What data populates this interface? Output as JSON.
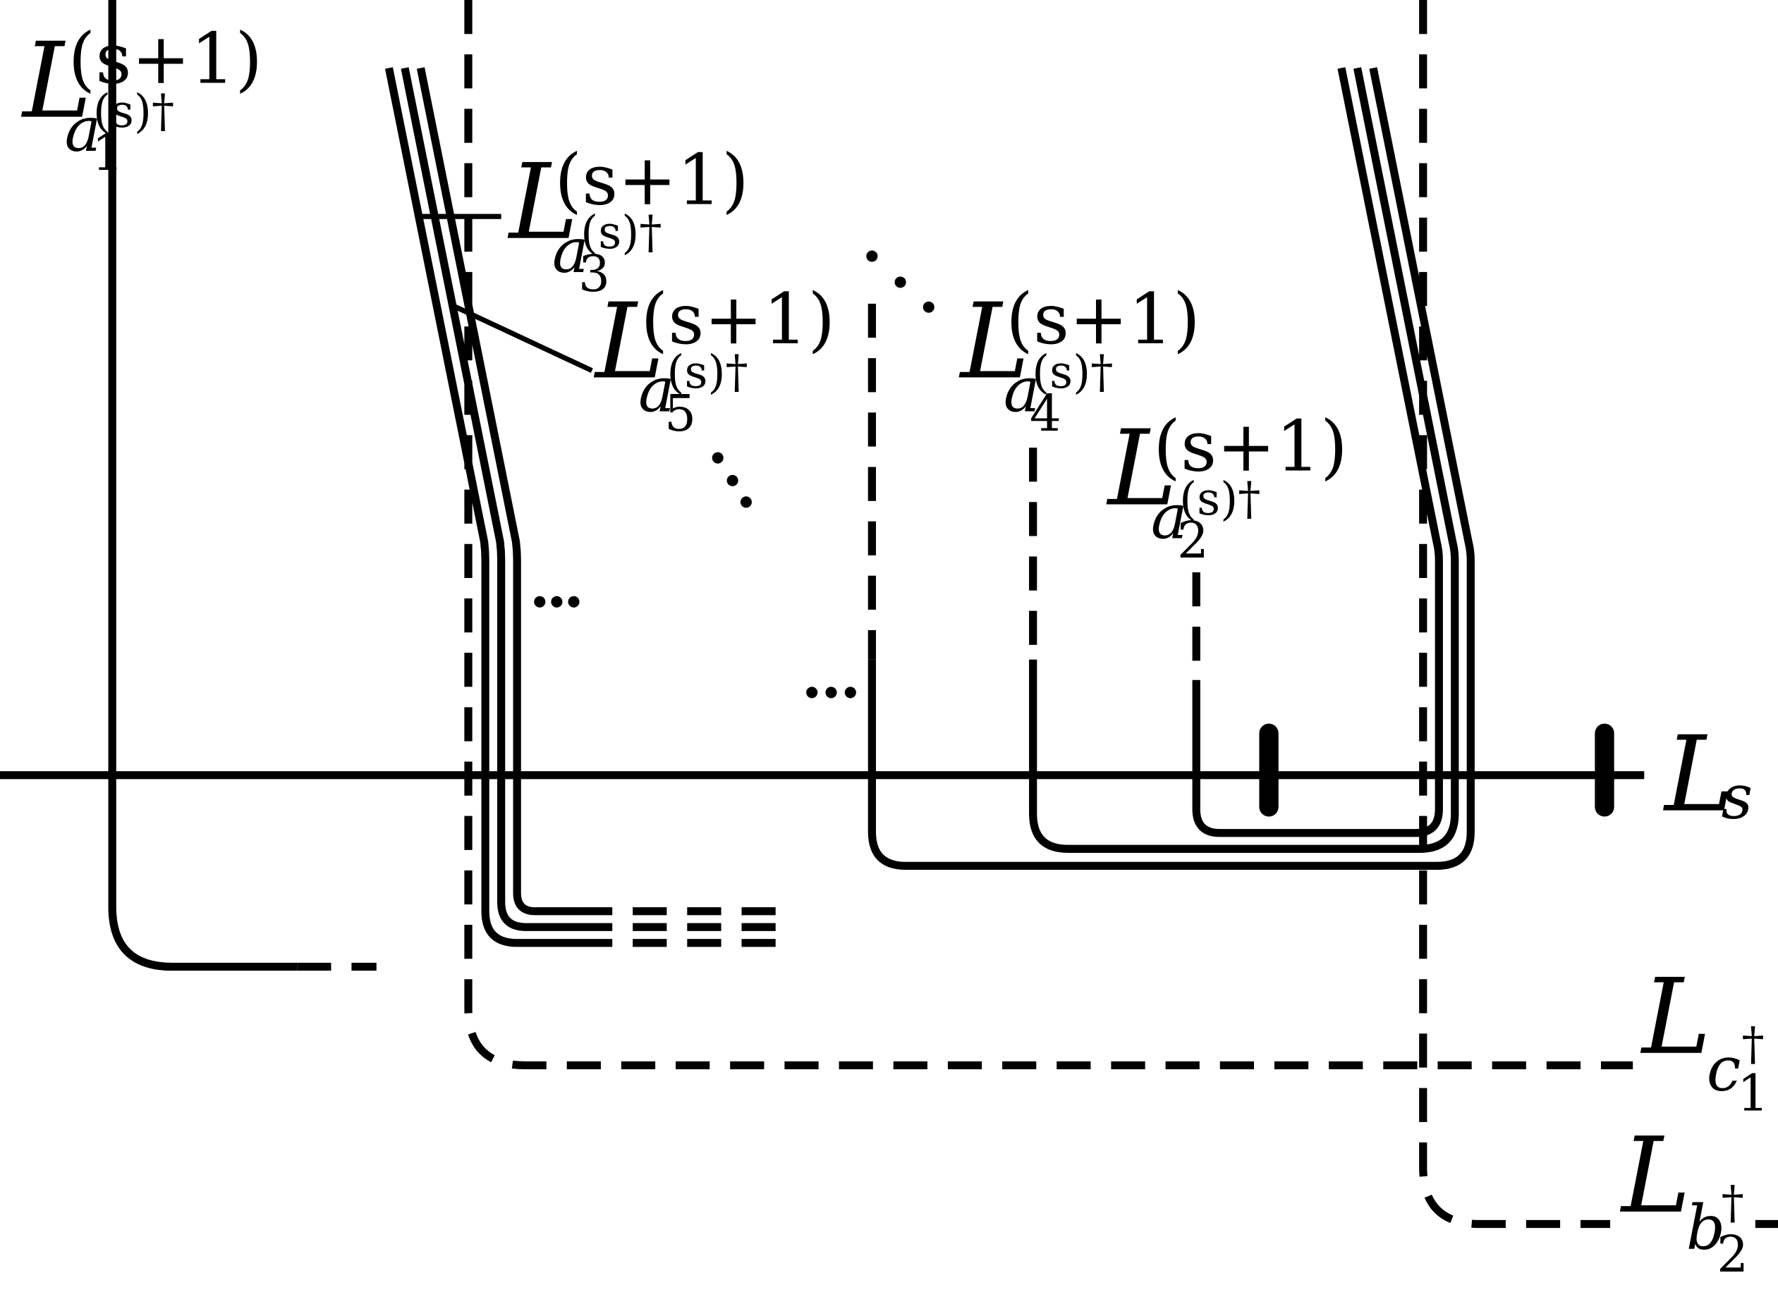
{
  "labels": {
    "a1": {
      "main": "L",
      "sup": "(s+1)",
      "sub": "a",
      "sub_idx": "1",
      "sub_sup": "(s)†"
    },
    "a3": {
      "main": "L",
      "sup": "(s+1)",
      "sub": "a",
      "sub_idx": "3",
      "sub_sup": "(s)†"
    },
    "a5": {
      "main": "L",
      "sup": "(s+1)",
      "sub": "a",
      "sub_idx": "5",
      "sub_sup": "(s)†"
    },
    "a4": {
      "main": "L",
      "sup": "(s+1)",
      "sub": "a",
      "sub_idx": "4",
      "sub_sup": "(s)†"
    },
    "a2": {
      "main": "L",
      "sup": "(s+1)",
      "sub": "a",
      "sub_idx": "2",
      "sub_sup": "(s)†"
    },
    "Ls": {
      "main": "L",
      "sub": "s"
    },
    "c1": {
      "main": "L",
      "sub": "c",
      "sub_idx": "1",
      "sub_sup": "†"
    },
    "b2": {
      "main": "L",
      "sub": "b",
      "sub_idx": "2",
      "sub_sup": "†"
    }
  },
  "ellipsis": "…"
}
